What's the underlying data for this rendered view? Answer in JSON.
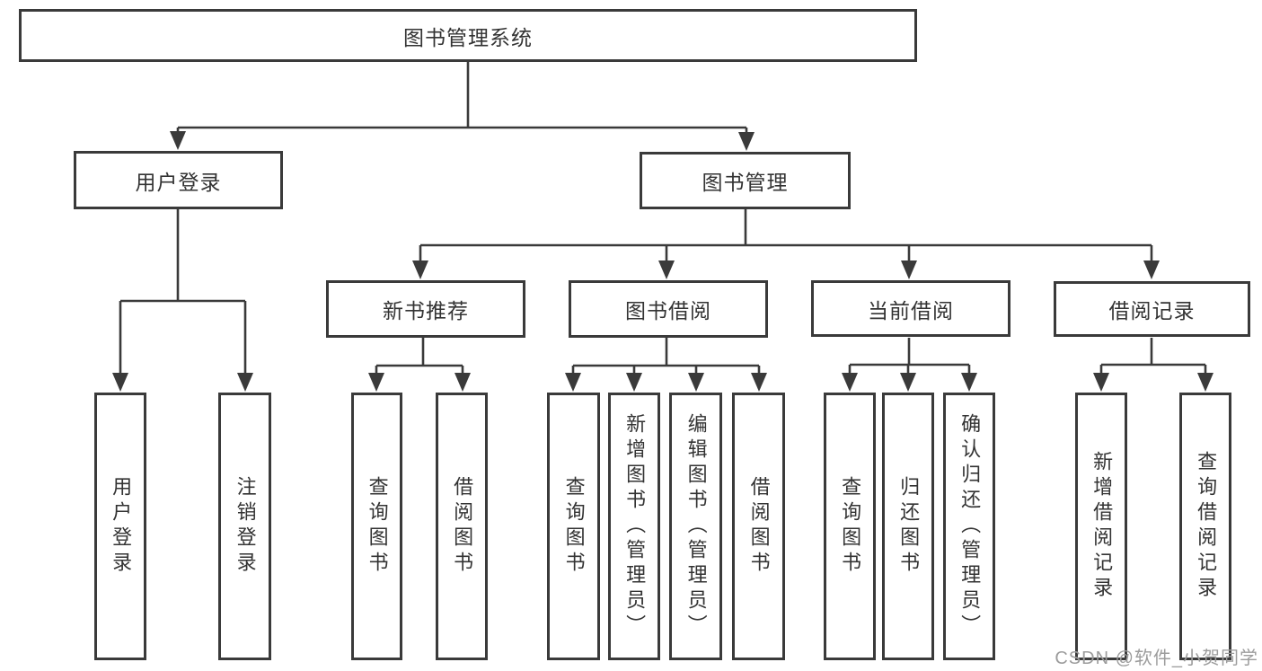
{
  "diagram": {
    "title": "图书管理系统",
    "branches": [
      {
        "label": "用户登录",
        "children": [
          {
            "label": "用户登录"
          },
          {
            "label": "注销登录"
          }
        ]
      },
      {
        "label": "图书管理",
        "children": [
          {
            "label": "新书推荐",
            "children": [
              {
                "label": "查询图书"
              },
              {
                "label": "借阅图书"
              }
            ]
          },
          {
            "label": "图书借阅",
            "children": [
              {
                "label": "查询图书"
              },
              {
                "label": "新增图书（管理员）"
              },
              {
                "label": "编辑图书（管理员）"
              },
              {
                "label": "借阅图书"
              }
            ]
          },
          {
            "label": "当前借阅",
            "children": [
              {
                "label": "查询图书"
              },
              {
                "label": "归还图书"
              },
              {
                "label": "确认归还（管理员）"
              }
            ]
          },
          {
            "label": "借阅记录",
            "children": [
              {
                "label": "新增借阅记录"
              },
              {
                "label": "查询借阅记录"
              }
            ]
          }
        ]
      }
    ]
  },
  "watermark": {
    "text": "CSDN @软件_小贺同学"
  },
  "colors": {
    "line": "#3a3a3a",
    "text": "#333333",
    "watermark": "#9c9c9c",
    "background": "#ffffff"
  }
}
